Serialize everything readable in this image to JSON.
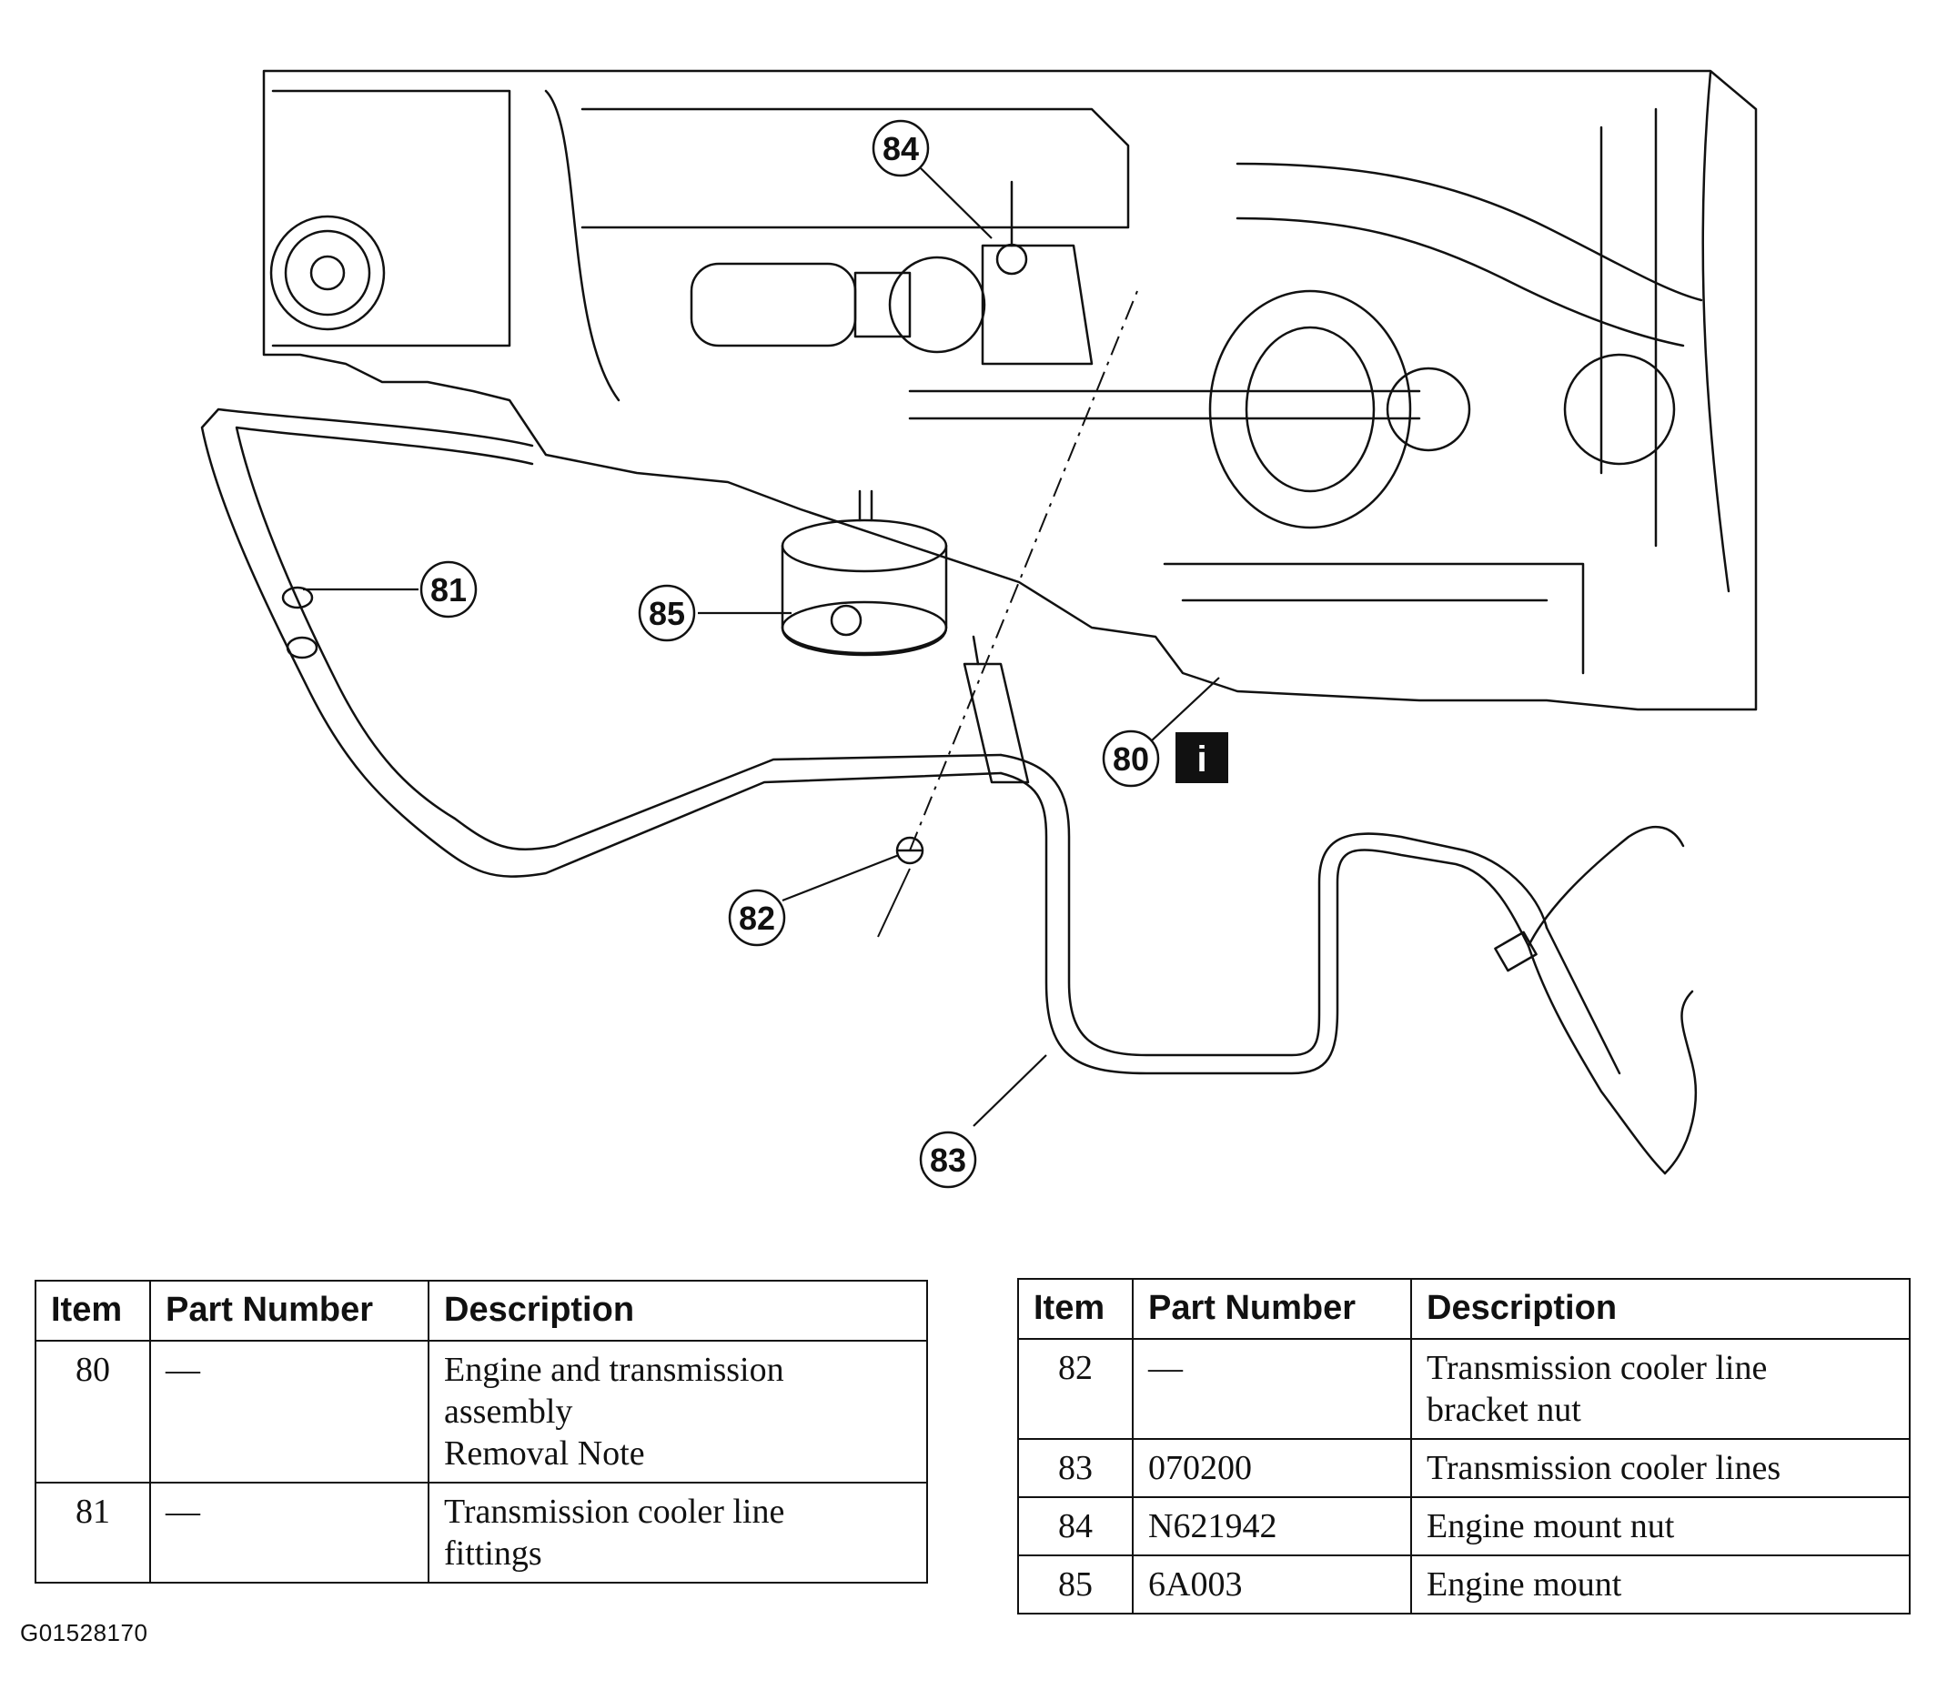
{
  "diagram": {
    "callouts": [
      {
        "id": "c80",
        "label": "80"
      },
      {
        "id": "c81",
        "label": "81"
      },
      {
        "id": "c82",
        "label": "82"
      },
      {
        "id": "c83",
        "label": "83"
      },
      {
        "id": "c84",
        "label": "84"
      },
      {
        "id": "c85",
        "label": "85"
      }
    ],
    "info_badge": "i"
  },
  "tables": [
    {
      "headers": [
        "Item",
        "Part Number",
        "Description"
      ],
      "rows": [
        {
          "item": "80",
          "part_number": "—",
          "description": [
            "Engine and transmission",
            "assembly",
            "Removal Note"
          ]
        },
        {
          "item": "81",
          "part_number": "—",
          "description": [
            "Transmission cooler line",
            "fittings"
          ]
        }
      ]
    },
    {
      "headers": [
        "Item",
        "Part Number",
        "Description"
      ],
      "rows": [
        {
          "item": "82",
          "part_number": "—",
          "description": [
            "Transmission cooler line",
            "bracket nut"
          ]
        },
        {
          "item": "83",
          "part_number": "070200",
          "description": [
            "Transmission cooler lines"
          ]
        },
        {
          "item": "84",
          "part_number": "N621942",
          "description": [
            "Engine mount nut"
          ]
        },
        {
          "item": "85",
          "part_number": "6A003",
          "description": [
            "Engine mount"
          ]
        }
      ]
    }
  ],
  "figure_id": "G01528170"
}
